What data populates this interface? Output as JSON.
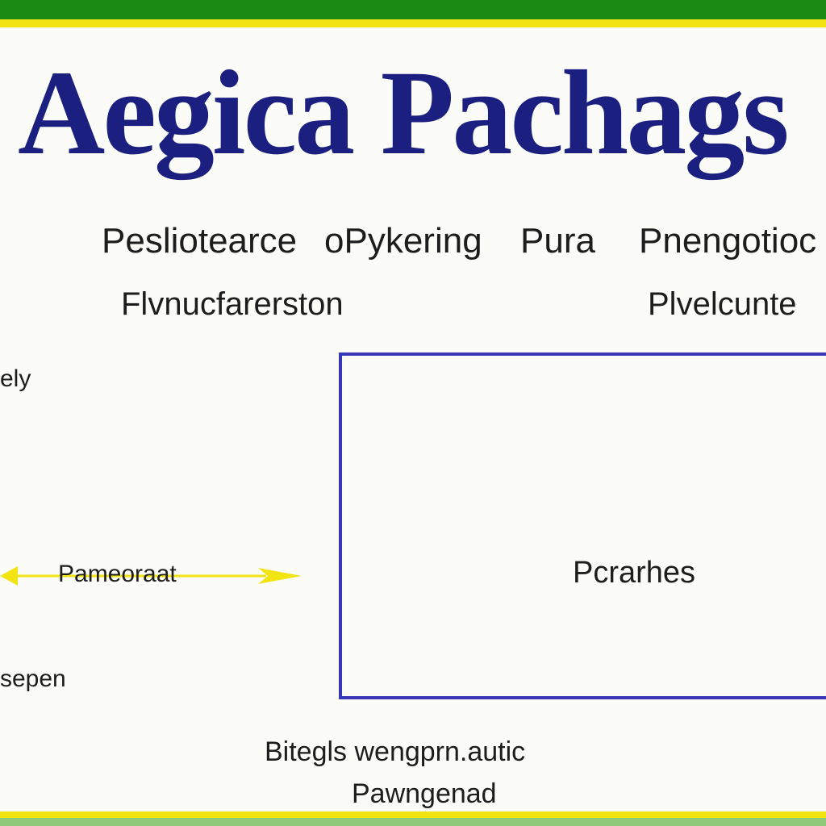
{
  "title": "Aegica Pachags",
  "subtitle": {
    "part1": "Pesliotearce",
    "part2": "oPykering",
    "part3": "Pura",
    "part4": "Pnengotioc"
  },
  "heading_left": "Flvnucfarerston",
  "heading_right": "Plvelcunte",
  "left_labels": {
    "top": "ely",
    "middle": "Pameoraat",
    "bottom": "sepen"
  },
  "panel_label": "Pcrarhes",
  "footer": {
    "line1": "Bitegls wengprn.autic",
    "line2": "Pawngenad"
  },
  "colors": {
    "title": "#1a1f80",
    "top_band": "#1a8a12",
    "accent_band": "#f2e313",
    "box_border": "#3a36b8",
    "arrow": "#f2e313"
  }
}
